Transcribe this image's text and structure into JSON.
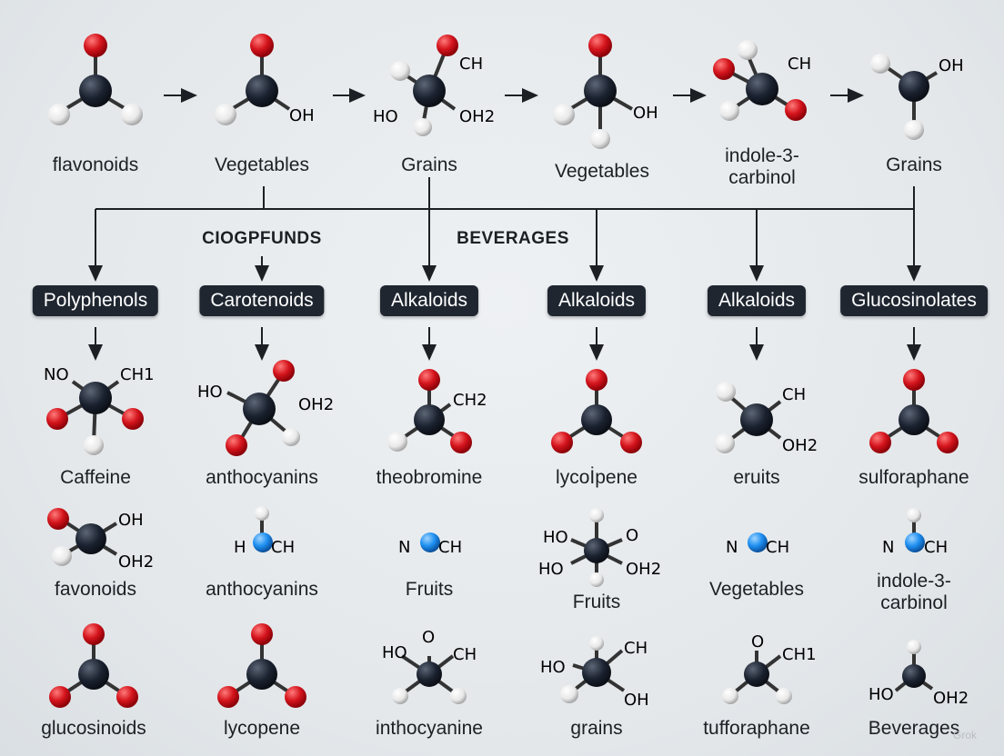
{
  "top_row": {
    "labels": [
      "flavonoids",
      "Vegetables",
      "Grains",
      "Vegetables",
      "indole-3-\ncarbinol",
      "Grains"
    ],
    "atoms": {
      "m2": [
        "OH"
      ],
      "m3": [
        "CH",
        "HO",
        "OH2"
      ],
      "m4": [
        "OH"
      ],
      "m5": [
        "CH"
      ],
      "m6": [
        "OH"
      ]
    }
  },
  "sections": {
    "left": "CIOGPFUNDS",
    "middle": "BEVERAGES"
  },
  "categories": [
    "Polyphenols",
    "Carotenoids",
    "Alkaloids",
    "Alkaloids",
    "Alkaloids",
    "Glucosinolates"
  ],
  "row2": {
    "labels": [
      "Caffeine",
      "anthocyanins",
      "theobromine",
      "lycoİpene",
      "eruits",
      "sulforaphane"
    ],
    "atoms": {
      "c1": [
        "NO",
        "CH1"
      ],
      "c2": [
        "HO",
        "OH2"
      ],
      "c3": [
        "CH2"
      ],
      "c5": [
        "CH",
        "OH2"
      ]
    }
  },
  "row3": {
    "labels": [
      "favonoids",
      "anthocyanins",
      "Fruits",
      "Fruits",
      "Vegetables",
      "indole-3-\ncarbinol"
    ],
    "atoms": {
      "c1": [
        "OH",
        "OH2"
      ],
      "c2": [
        "H",
        "CH"
      ],
      "c3": [
        "N",
        "CH"
      ],
      "c4": [
        "HO",
        "O",
        "HO",
        "OH2"
      ],
      "c5": [
        "N",
        "CH"
      ],
      "c6": [
        "N",
        "CH"
      ]
    }
  },
  "row4": {
    "labels": [
      "glucosinoids",
      "lycopene",
      "inthocyanine",
      "grains",
      "tufforaphane",
      "Beverages"
    ],
    "atoms": {
      "c3": [
        "HO",
        "O",
        "CH"
      ],
      "c4": [
        "HO",
        "CH",
        "OH"
      ],
      "c5": [
        "O",
        "CH1"
      ],
      "c6": [
        "HO",
        "OH2"
      ]
    }
  },
  "watermark": "Grok",
  "colors": {
    "carbon": "#1b2230",
    "oxygen": "#d4141c",
    "hydrogen": "#f2f2f2",
    "nitrogen": "#1e8ff0",
    "box": "#1f2630"
  }
}
